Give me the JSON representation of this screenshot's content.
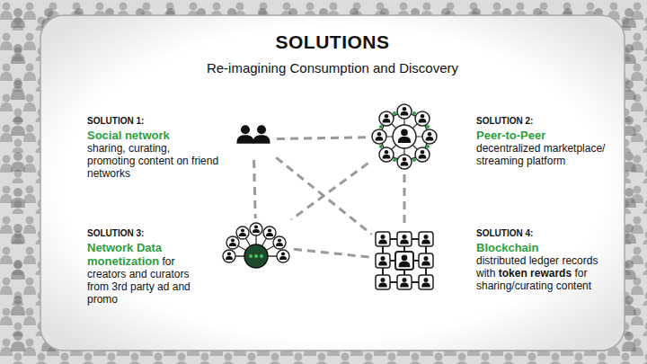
{
  "diagram": {
    "title": "SOLUTIONS",
    "nodes": [
      {
        "text": [
          "SOLUTION 1:",
          "Social network",
          "sharing, curating, promoting content on friend networks"
        ]
      },
      {
        "text": [
          "SOLUTION 2:",
          "Peer-to-Peer",
          "decentralized marketplace/ streaming platform"
        ]
      },
      {
        "text": [
          "SOLUTION 3:",
          "Network Data monetization",
          "for creators and curators from 3rd party ad and promo"
        ]
      },
      {
        "text": [
          "SOLUTION 4:",
          "Blockchain",
          "distributed ledger records with",
          "token rewards",
          "for sharing/curating content"
        ]
      }
    ],
    "edges": [
      {
        "from": 0,
        "to": 1,
        "arrow": "none"
      },
      {
        "from": 0,
        "to": 2,
        "arrow": "none"
      },
      {
        "from": 0,
        "to": 3,
        "arrow": "none"
      },
      {
        "from": 1,
        "to": 2,
        "arrow": "none"
      },
      {
        "from": 1,
        "to": 3,
        "arrow": "none"
      },
      {
        "from": 2,
        "to": 3,
        "arrow": "none"
      }
    ],
    "labels": [
      "Re-imagining Consumption and Discovery"
    ]
  }
}
